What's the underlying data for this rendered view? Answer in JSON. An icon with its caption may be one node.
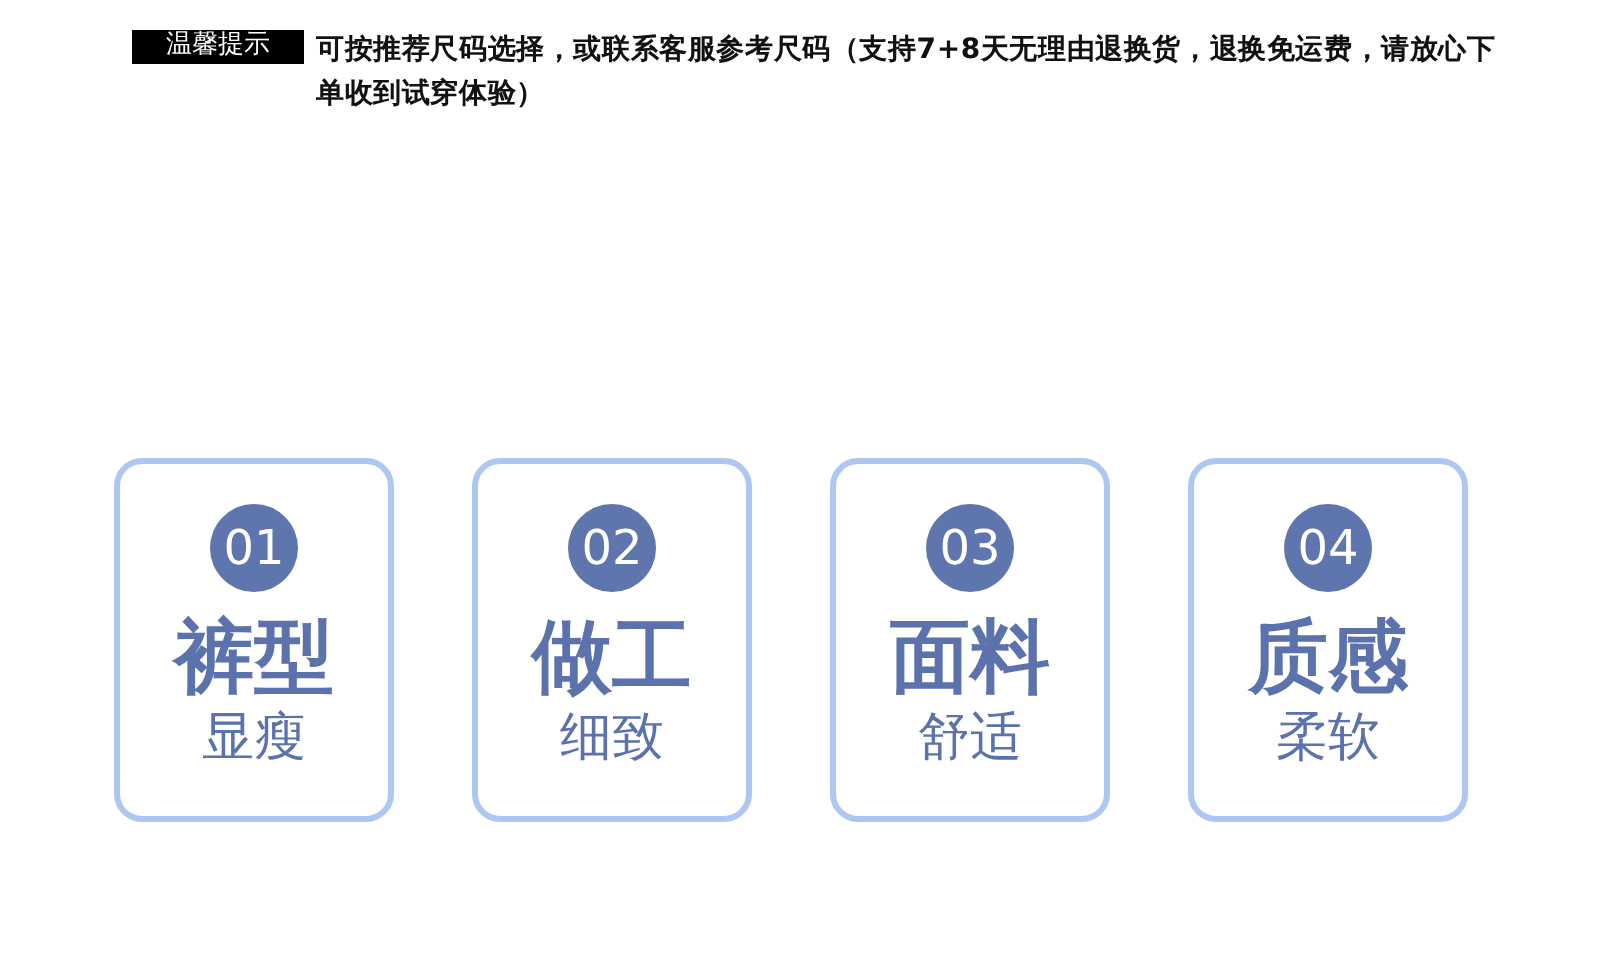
{
  "diagram": {
    "nodes": [
      {
        "text": [
          "温馨提示"
        ]
      },
      {
        "text": [
          "裤型",
          "显瘦"
        ]
      },
      {
        "text": [
          "01"
        ],
        "in": 1
      },
      {
        "text": [
          "做工",
          "细致"
        ]
      },
      {
        "text": [
          "02"
        ],
        "in": 3
      },
      {
        "text": [
          "面料",
          "舒适"
        ]
      },
      {
        "text": [
          "03"
        ],
        "in": 5
      },
      {
        "text": [
          "质感",
          "柔软"
        ]
      },
      {
        "text": [
          "04"
        ],
        "in": 7
      }
    ],
    "labels": [
      "可按推荐尺码选择，或联系客服参考尺码（支持7+8天无理由退换货，退换免运费，请放心下单收到试穿体验）"
    ]
  }
}
